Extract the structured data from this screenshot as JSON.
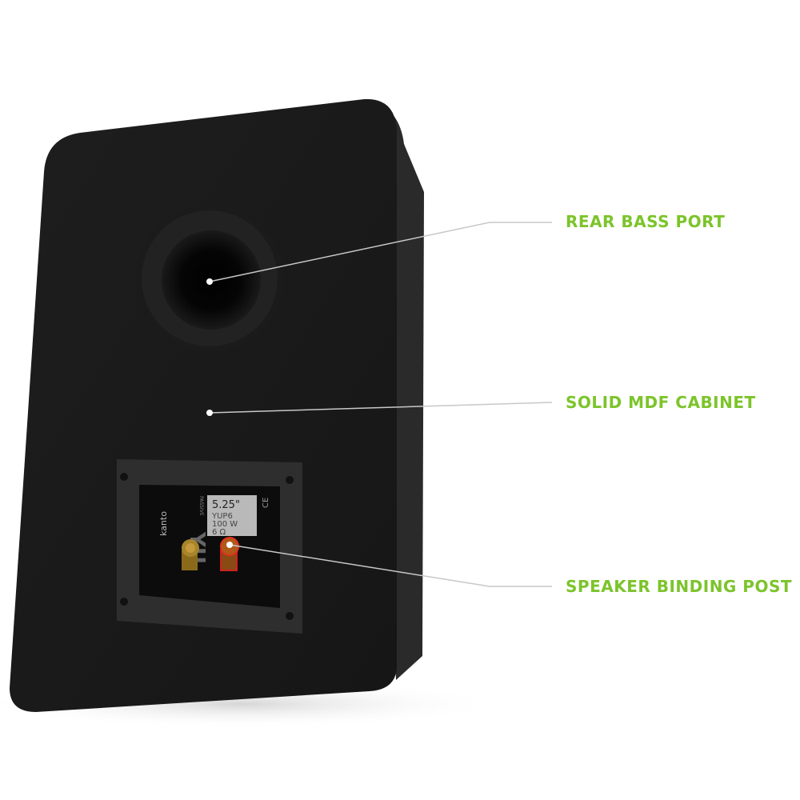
{
  "accent_color": "#7cc42b",
  "callouts": [
    {
      "label": "REAR BASS PORT"
    },
    {
      "label": "SOLID MDF CABINET"
    },
    {
      "label": "SPEAKER BINDING POST"
    }
  ],
  "plate": {
    "brand": "kanto",
    "series": "YU",
    "type": "PASSIVE",
    "size": "5.25\"",
    "model": "YUP6",
    "power": "100 W",
    "impedance": "6 Ω",
    "cert": "CE"
  }
}
